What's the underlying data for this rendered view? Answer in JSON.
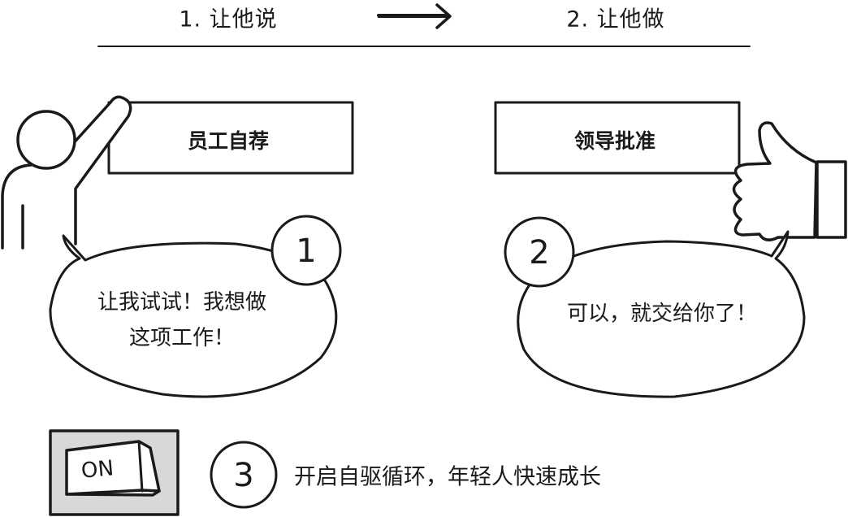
{
  "header": {
    "step1": "1. 让他说",
    "step2": "2. 让他做"
  },
  "boxes": {
    "left": "员工自荐",
    "right": "领导批准"
  },
  "bubbles": {
    "left": {
      "number": "1",
      "line1": "让我试试！我想做",
      "line2": "这项工作！"
    },
    "right": {
      "number": "2",
      "line1": "可以，就交给你了！"
    }
  },
  "bottom": {
    "switch_label": "ON",
    "number": "3",
    "text": "开启自驱循环，年轻人快速成长"
  }
}
